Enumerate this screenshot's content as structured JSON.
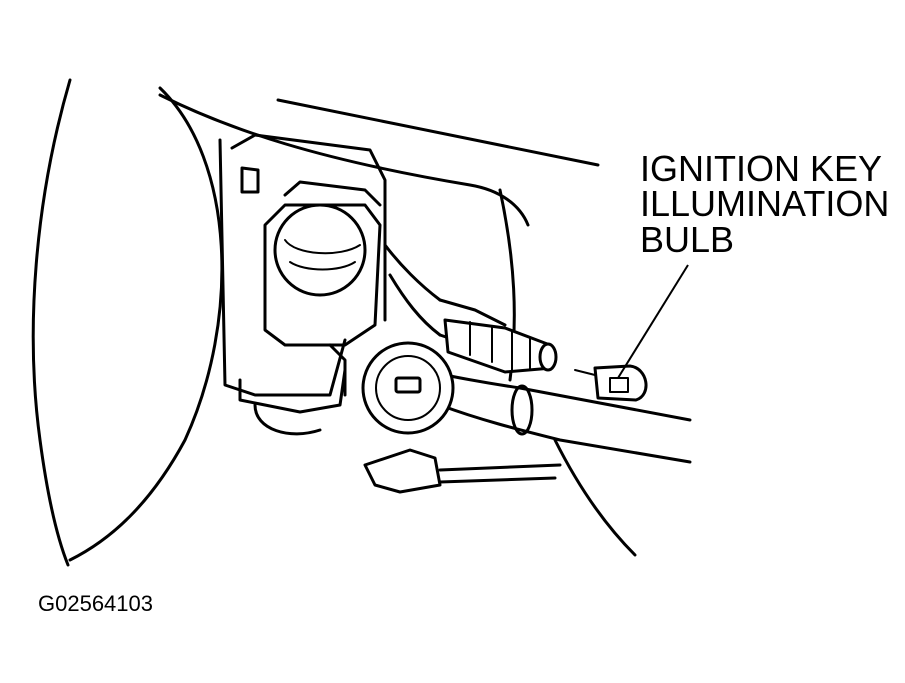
{
  "callout": {
    "lines": [
      "IGNITION KEY",
      "ILLUMINATION",
      "BULB"
    ]
  },
  "figure_id": "G02564103"
}
